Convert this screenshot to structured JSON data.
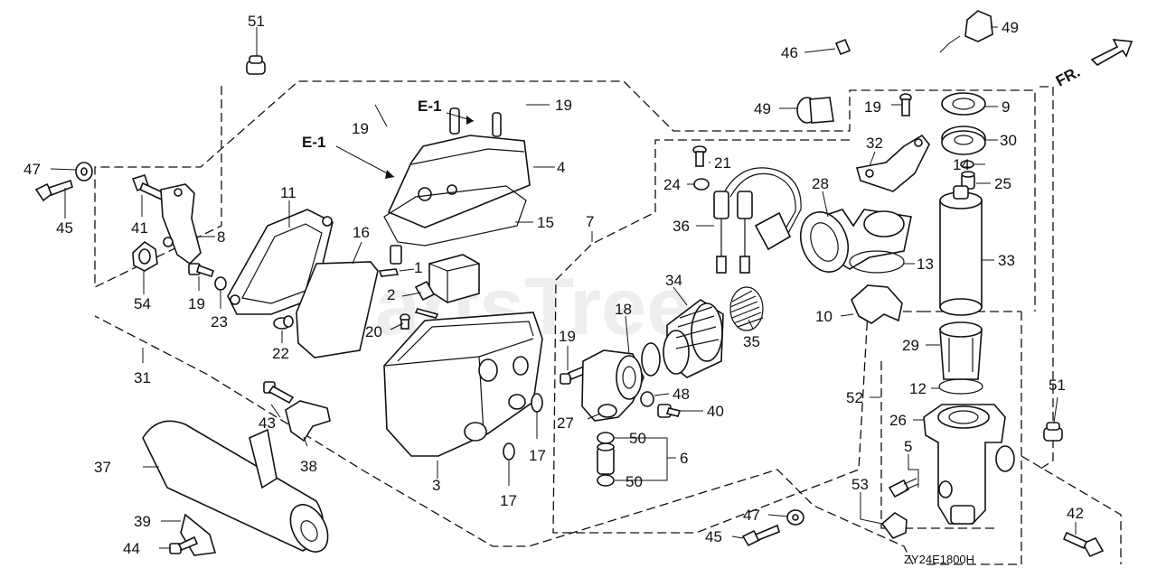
{
  "diagram": {
    "code": "ZY24E1800H",
    "watermark": "PartsTree",
    "direction_label": "FR.",
    "ref_labels": [
      "E-1",
      "E-1"
    ],
    "callouts": {
      "c1": "1",
      "c2": "2",
      "c3": "3",
      "c4": "4",
      "c5": "5",
      "c6": "6",
      "c7": "7",
      "c8": "8",
      "c9": "9",
      "c10": "10",
      "c11": "11",
      "c12": "12",
      "c13": "13",
      "c14": "14",
      "c15": "15",
      "c16": "16",
      "c17a": "17",
      "c17b": "17",
      "c18": "18",
      "c19a": "19",
      "c19b": "19",
      "c19c": "19",
      "c19d": "19",
      "c19e": "19",
      "c20": "20",
      "c21": "21",
      "c22": "22",
      "c23": "23",
      "c24": "24",
      "c25": "25",
      "c26": "26",
      "c27": "27",
      "c28": "28",
      "c29": "29",
      "c30": "30",
      "c31": "31",
      "c32": "32",
      "c33": "33",
      "c34": "34",
      "c35": "35",
      "c36": "36",
      "c37": "37",
      "c38": "38",
      "c39": "39",
      "c40": "40",
      "c41": "41",
      "c42": "42",
      "c43": "43",
      "c44": "44",
      "c45a": "45",
      "c45b": "45",
      "c46": "46",
      "c47a": "47",
      "c47b": "47",
      "c48": "48",
      "c49a": "49",
      "c49b": "49",
      "c50a": "50",
      "c50b": "50",
      "c51a": "51",
      "c51b": "51",
      "c52": "52",
      "c53": "53",
      "c54": "54"
    }
  }
}
